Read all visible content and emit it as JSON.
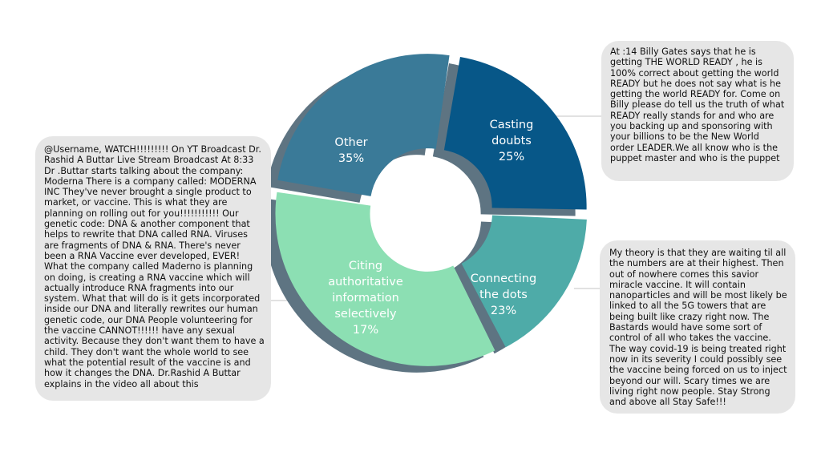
{
  "chart_data": {
    "type": "pie",
    "style": "donut",
    "title": "",
    "slices": [
      {
        "label": "Casting doubts",
        "value": 25,
        "display": "25%",
        "color": "#3a7a98"
      },
      {
        "label": "Connecting the dots",
        "value": 23,
        "display": "23%",
        "color": "#075788"
      },
      {
        "label": "Citing authoritative information selectively",
        "value": 17,
        "display": "17%",
        "color": "#4eaba8"
      },
      {
        "label": "Other",
        "value": 35,
        "display": "35%",
        "color": "#8cdfb3"
      }
    ]
  },
  "comments": {
    "left": "@Username, WATCH!!!!!!!!! On YT Broadcast Dr. Rashid A Buttar Live Stream Broadcast At 8:33 Dr .Buttar starts talking about the company: Moderna There is a company called: MODERNA INC They've never brought a single product to market, or vaccine. This is what they are planning on rolling out for you!!!!!!!!!!! Our genetic code: DNA & another component that helps to rewrite that DNA called RNA. Viruses are fragments of DNA & RNA. There's never been a RNA Vaccine ever developed, EVER! What the company called Maderno is planning on doing, is creating a RNA vaccine which will actually introduce RNA fragments into our system. What that will do is it gets incorporated inside our DNA and literally rewrites our human genetic code, our DNA People volunteering for the vaccine CANNOT!!!!!! have any sexual activity. Because they don't want them to have a child. They don't want the whole world to see what the potential result of the vaccine is and how it changes the DNA. Dr.Rashid A Buttar explains in the video all about this",
    "top_right": "At :14 Billy Gates says that he is getting THE WORLD READY , he is 100% correct about getting the world READY but he does not say what is he getting the world READY for. Come on Billy please do tell us the truth of what READY really stands for and who are you backing up and sponsoring with your billions to be the New World order LEADER.We all know who is the puppet master and who is the puppet",
    "bottom_right": "My theory is that they are waiting til all the numbers are at their highest. Then out of nowhere comes this savior miracle vaccine. It will contain nanoparticles and will be most likely be linked to all the 5G towers that are being built like crazy right now. The Bastards would have some sort of control of all who takes the vaccine. The way covid-19 is being treated right now in its severity I could possibly see the vaccine being forced on us to inject beyond our will. Scary times we are living right now people. Stay Strong and above all Stay Safe!!!"
  },
  "colors": {
    "bubble_bg": "#e6e6e6",
    "depth": "#5e7482",
    "connector": "#d9d9d9"
  }
}
